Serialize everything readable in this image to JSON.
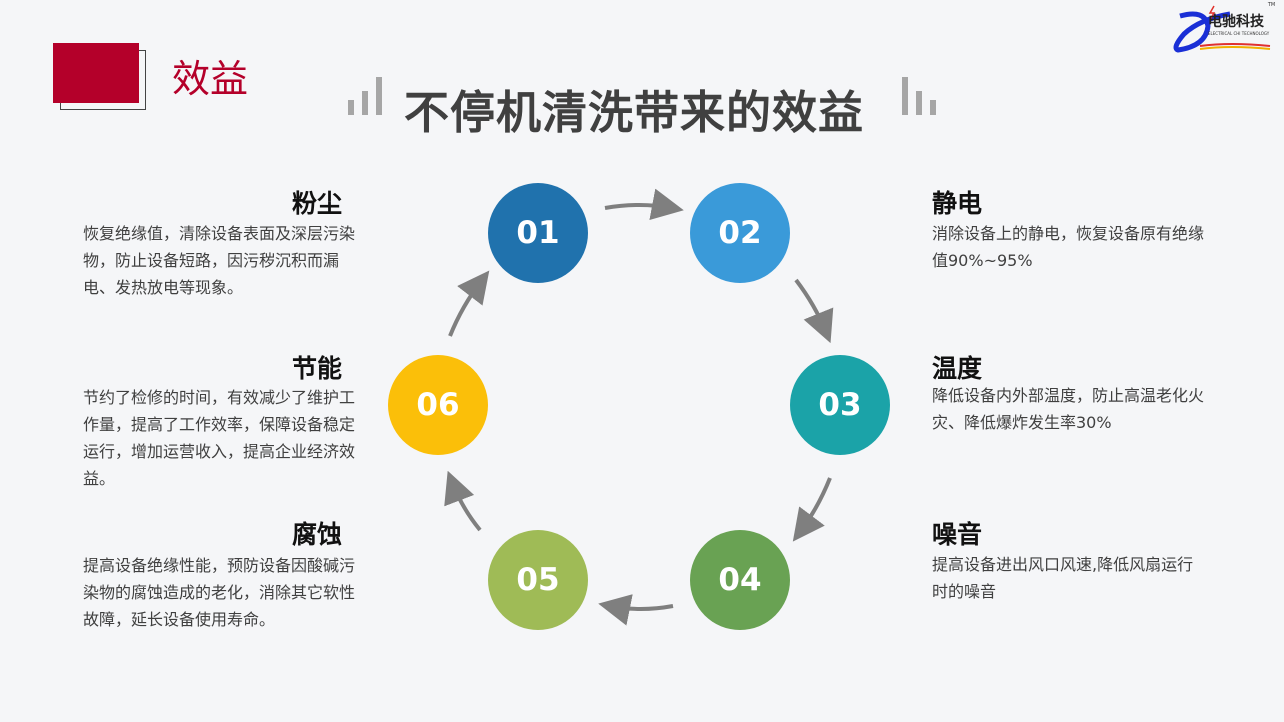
{
  "section": {
    "title": "效益"
  },
  "title": "不停机清洗带来的效益",
  "logo": {
    "text": "电驰科技",
    "subtext": "ELECTRICAL CHI TECHNOLOGY",
    "tm": "TM"
  },
  "steps": [
    {
      "num": "01",
      "color": "#2072ad"
    },
    {
      "num": "02",
      "color": "#3a9ad9"
    },
    {
      "num": "03",
      "color": "#1ba3a8"
    },
    {
      "num": "04",
      "color": "#69a253"
    },
    {
      "num": "05",
      "color": "#9fbb56"
    },
    {
      "num": "06",
      "color": "#fbbf09"
    }
  ],
  "benefits": {
    "dust": {
      "title": "粉尘",
      "body": "恢复绝缘值，清除设备表面及深层污染物，防止设备短路，因污秽沉积而漏电、发热放电等现象。"
    },
    "energy": {
      "title": "节能",
      "body": "节约了检修的时间，有效减少了维护工作量，提高了工作效率，保障设备稳定运行，增加运营收入，提高企业经济效益。"
    },
    "corrosion": {
      "title": "腐蚀",
      "body": "提高设备绝缘性能，预防设备因酸碱污染物的腐蚀造成的老化，消除其它软性故障，延长设备使用寿命。"
    },
    "static": {
      "title": "静电",
      "body": "消除设备上的静电，恢复设备原有绝缘值90%~95%"
    },
    "temperature": {
      "title": "温度",
      "body": "降低设备内外部温度，防止高温老化火灾、降低爆炸发生率30%"
    },
    "noise": {
      "title": "噪音",
      "body": "提高设备进出风口风速,降低风扇运行时的噪音"
    }
  },
  "arrow_color": "#7f7f7f"
}
